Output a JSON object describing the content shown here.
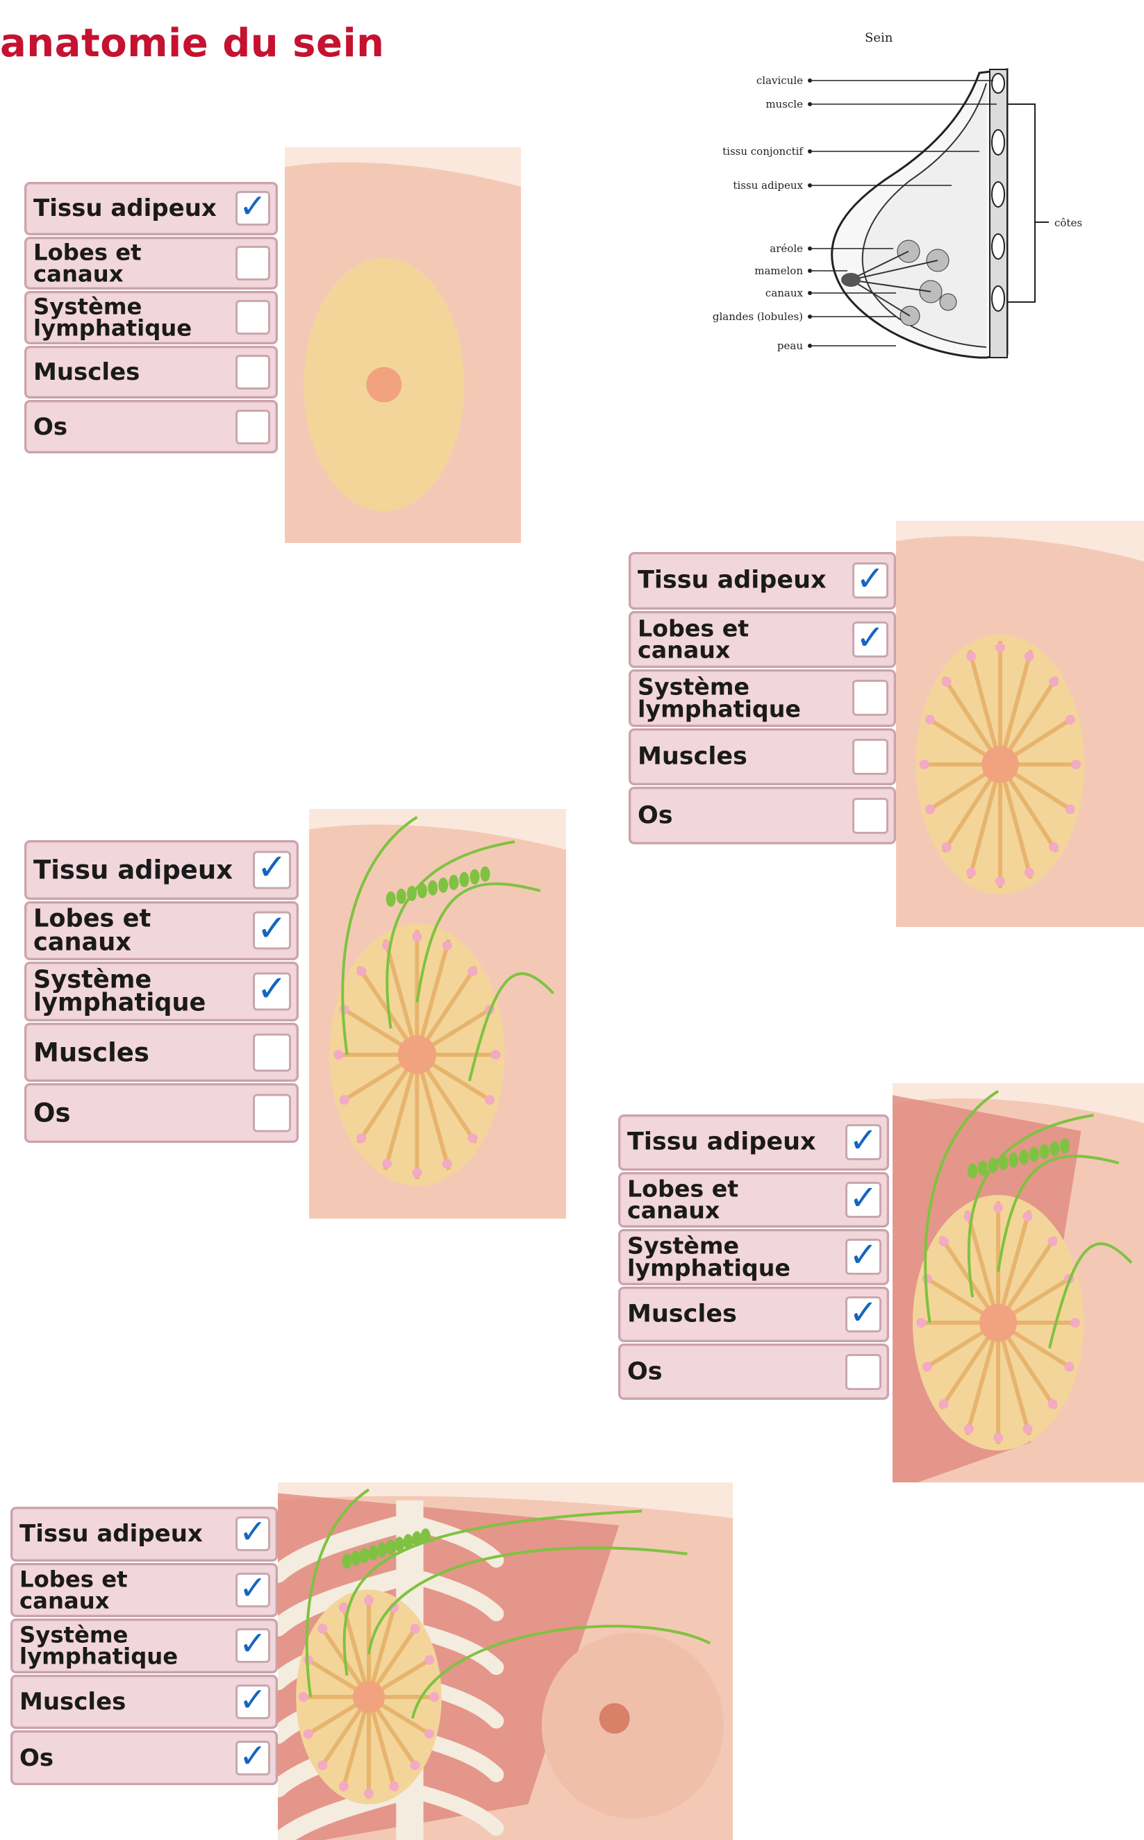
{
  "page": {
    "title": "anatomie du sein"
  },
  "diagram": {
    "title": "Sein",
    "left_labels": [
      "clavicule",
      "muscle",
      "tissu conjonctif",
      "tissu adipeux",
      "aréole",
      "mamelon",
      "canaux",
      "glandes (lobules)",
      "peau"
    ],
    "right_label": "côtes"
  },
  "checklist_labels": [
    "Tissu adipeux",
    "Lobes et\ncanaux",
    "Système\nlymphatique",
    "Muscles",
    "Os"
  ],
  "panels": [
    {
      "id": "panel-1",
      "checked": [
        true,
        false,
        false,
        false,
        false
      ]
    },
    {
      "id": "panel-2",
      "checked": [
        true,
        true,
        false,
        false,
        false
      ]
    },
    {
      "id": "panel-3",
      "checked": [
        true,
        true,
        true,
        false,
        false
      ]
    },
    {
      "id": "panel-4",
      "checked": [
        true,
        true,
        true,
        true,
        false
      ]
    },
    {
      "id": "panel-5",
      "checked": [
        true,
        true,
        true,
        true,
        true
      ]
    }
  ],
  "check_glyph": "✓",
  "colors": {
    "title": "#c4122f",
    "checkbox_bg": "#f1d6dc",
    "check": "#1565c0",
    "skin": "#f3c9b6",
    "fat": "#f3d59a",
    "lymph": "#7fc241",
    "muscle": "#e08a80",
    "bone": "#f4ecdf"
  }
}
